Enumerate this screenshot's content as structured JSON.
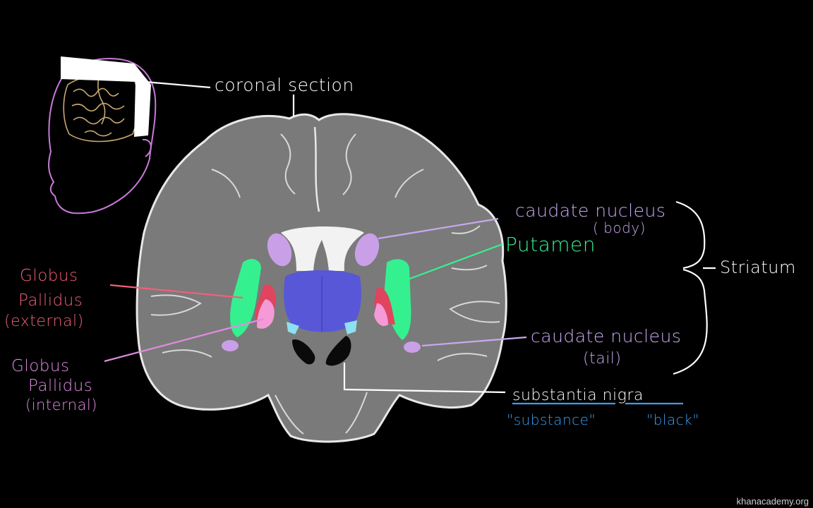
{
  "colors": {
    "background": "#000000",
    "brain_gray": "#7a7a7a",
    "outline": "#e8e8e8",
    "caudate": "#c9a0e8",
    "putamen": "#35f08f",
    "globus_external": "#e0445f",
    "globus_internal": "#f59ad6",
    "thalamus": "#5757d8",
    "ventricle": "#f2f2f2",
    "subthalamic": "#8de0f0",
    "substantia_nigra": "#0a0a0a",
    "label_red": "#f0607a",
    "label_pink": "#e08ce0",
    "label_purple": "#c8a8f0",
    "label_green": "#38f08f",
    "label_blue": "#3c9df0",
    "label_white": "#ffffff",
    "head_pink": "#c87ad8",
    "gyri_tan": "#c8a870"
  },
  "labels": {
    "coronal_section": "coronal section",
    "caudate_body_1": "caudate nucleus",
    "caudate_body_2": "( body)",
    "putamen": "Putamen",
    "striatum": "Striatum",
    "caudate_tail_1": "caudate nucleus",
    "caudate_tail_2": "(tail)",
    "gp_ext_1": "Globus",
    "gp_ext_2": "Pallidus",
    "gp_ext_3": "(external)",
    "gp_int_1": "Globus",
    "gp_int_2": "Pallidus",
    "gp_int_3": "(internal)",
    "substantia_nigra": "substantia nigra",
    "substance": "\"substance\"",
    "black": "\"black\""
  },
  "footer": {
    "brand": "khanacademy.org"
  }
}
